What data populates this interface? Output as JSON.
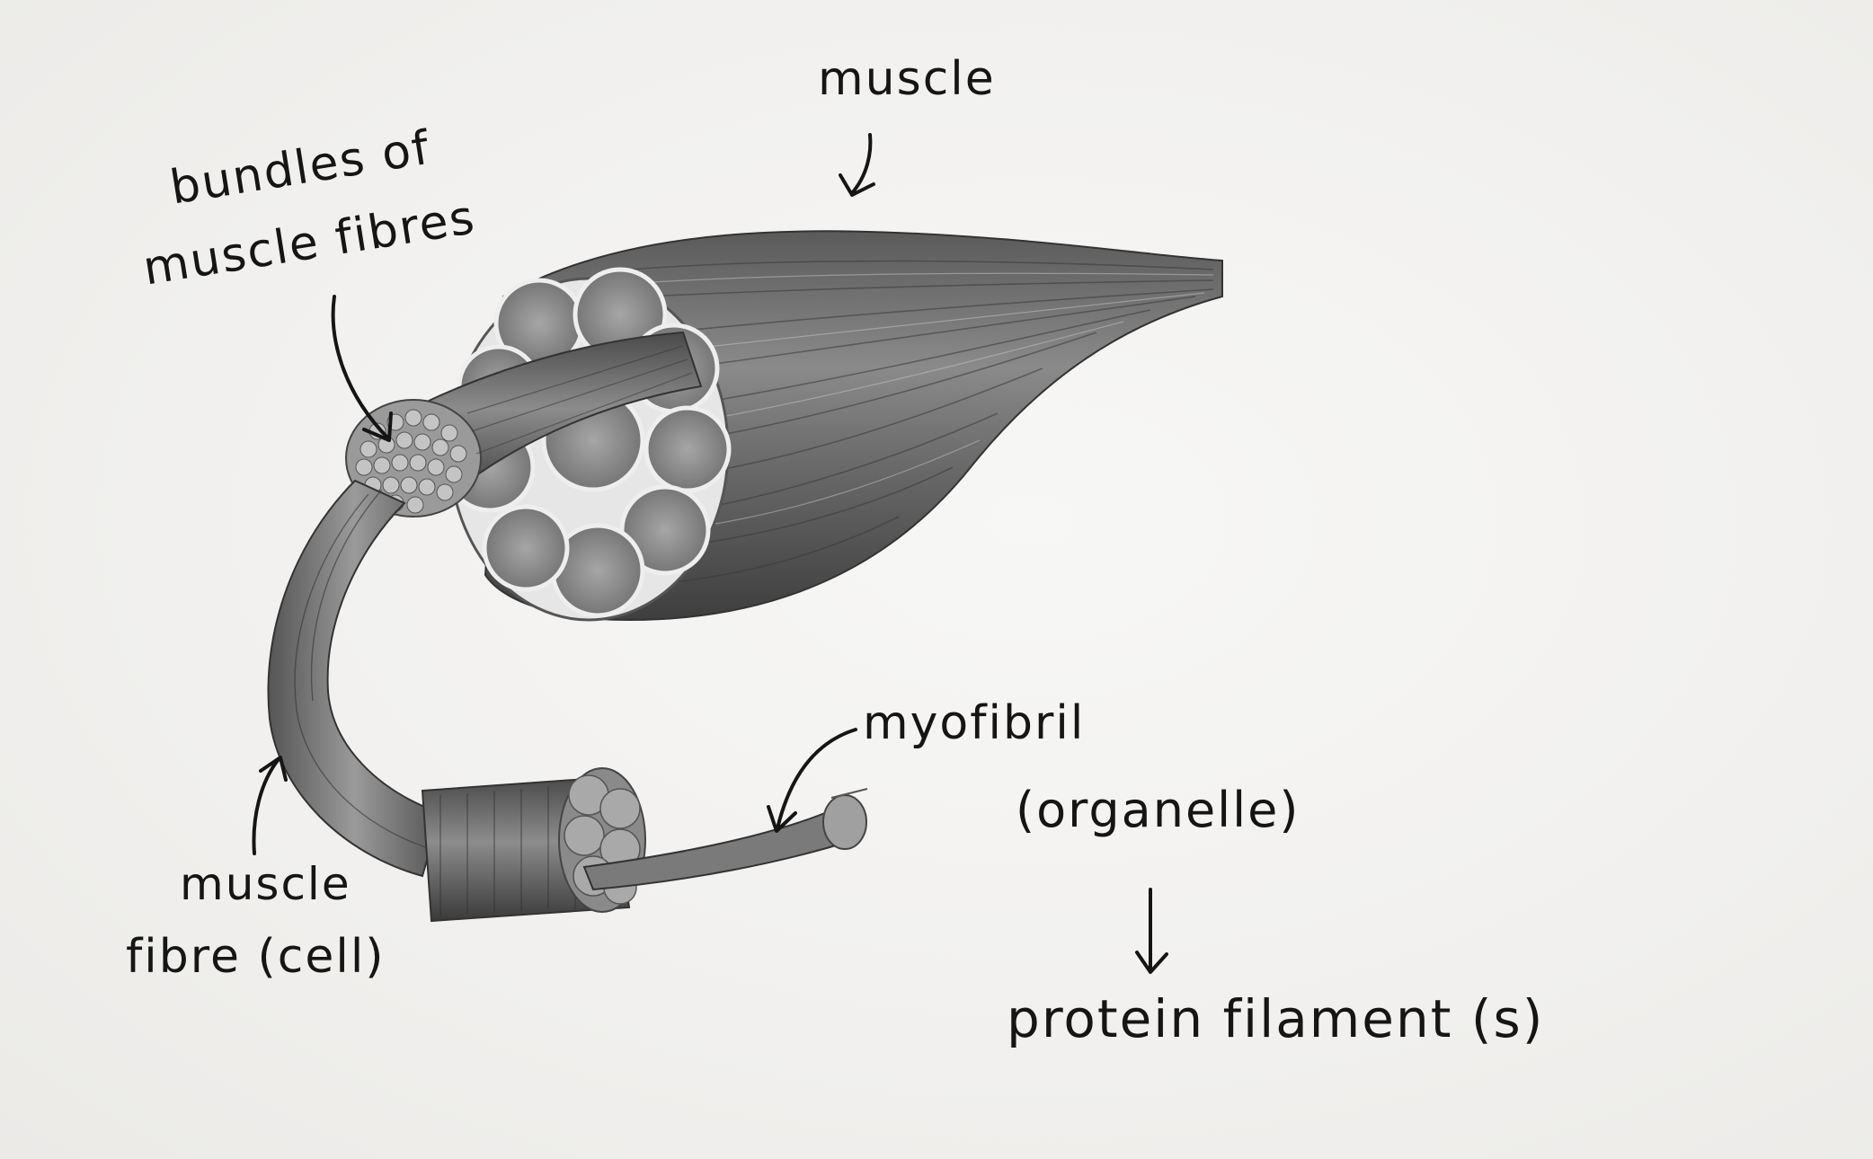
{
  "labels": {
    "muscle": "muscle",
    "bundles_line1": "bundles of",
    "bundles_line2": "muscle fibres",
    "fibre_line1": "muscle",
    "fibre_line2": "fibre (cell)",
    "myofibril_line1": "myofibril",
    "myofibril_line2": "(organelle)",
    "protein": "protein filament (s)"
  },
  "colors": {
    "ink": "#151515",
    "muscle_dark": "#4a4a4a",
    "muscle_mid": "#7a7a7a",
    "muscle_light": "#b8b8b8",
    "paper": "#f3f2f0"
  }
}
